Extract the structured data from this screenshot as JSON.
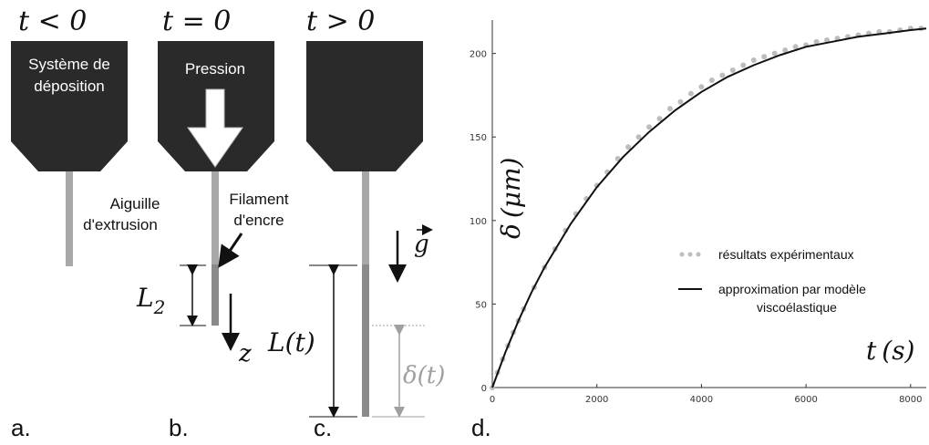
{
  "panels": {
    "a": {
      "letter": "a.",
      "time": "t < 0",
      "head_line1": "Système de",
      "head_line2": "déposition",
      "needle_line1": "Aiguille",
      "needle_line2": "d'extrusion"
    },
    "b": {
      "letter": "b.",
      "time": "t = 0",
      "head_text": "Pression",
      "filament_line1": "Filament",
      "filament_line2": "d'encre",
      "length_label": "L",
      "length_sub": "2",
      "axis_label": "z"
    },
    "c": {
      "letter": "c.",
      "time": "t > 0",
      "length_label": "L(t)",
      "delta_label": "δ(t)",
      "gravity_label": "g"
    },
    "d": {
      "letter": "d."
    }
  },
  "colors": {
    "head": "#2a2a2a",
    "needle": "#a8a8a8",
    "fit_line": "#111111",
    "data_points": "#bdbdbd",
    "delta_annotation": "#a0a0a0"
  },
  "chart_data": {
    "type": "scatter",
    "xlabel_var": "t",
    "xlabel_unit": "(s)",
    "ylabel_var": "δ",
    "ylabel_unit": "(μm)",
    "xlim": [
      0,
      8300
    ],
    "ylim": [
      0,
      220
    ],
    "x_ticks": [
      0,
      2000,
      4000,
      6000,
      8000
    ],
    "y_ticks": [
      0,
      50,
      100,
      150,
      200
    ],
    "series": [
      {
        "name": "résultats expérimentaux",
        "kind": "points",
        "x": [
          0,
          100,
          200,
          300,
          400,
          500,
          600,
          800,
          1000,
          1200,
          1400,
          1600,
          1800,
          2000,
          2200,
          2400,
          2600,
          2800,
          3000,
          3200,
          3400,
          3600,
          3800,
          4000,
          4200,
          4400,
          4600,
          4800,
          5000,
          5200,
          5400,
          5600,
          5800,
          6000,
          6200,
          6400,
          6600,
          6800,
          7000,
          7200,
          7400,
          7600,
          7800,
          8000,
          8200
        ],
        "y": [
          0,
          9,
          17,
          25,
          33,
          40,
          47,
          60,
          72,
          83,
          94,
          104,
          113,
          121,
          129,
          137,
          144,
          150,
          156,
          161,
          167,
          171,
          176,
          180,
          184,
          187,
          190,
          193,
          196,
          198,
          200,
          202,
          204,
          205,
          207,
          208,
          209,
          210,
          211,
          212,
          213,
          213,
          214,
          215,
          215
        ]
      },
      {
        "name_line1": "approximation par modèle",
        "name_line2": "viscoélastique",
        "kind": "line",
        "x": [
          0,
          250,
          500,
          750,
          1000,
          1500,
          2000,
          2500,
          3000,
          3500,
          4000,
          4500,
          5000,
          5500,
          6000,
          6500,
          7000,
          7500,
          8000,
          8300
        ],
        "y": [
          0,
          21,
          40,
          57,
          72,
          98,
          120,
          138,
          153,
          166,
          177,
          186,
          193,
          199,
          204,
          207,
          210,
          212,
          214,
          215
        ]
      }
    ]
  }
}
